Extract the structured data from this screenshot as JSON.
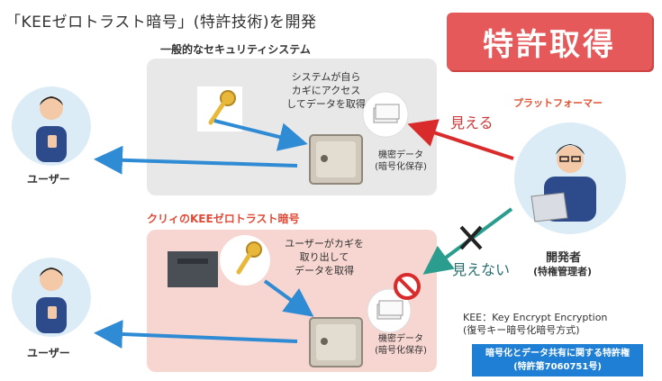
{
  "headline": "「KEEゼロトラスト暗号」(特許技術)を開発",
  "badge": "特許取得",
  "panel_general": {
    "title": "一般的なセキュリティシステム",
    "caption": [
      "システムが自ら",
      "カギにアクセス",
      "してデータを取得"
    ],
    "data_label": [
      "機密データ",
      "(暗号化保存)"
    ]
  },
  "panel_kee": {
    "title": "クリィのKEEゼロトラスト暗号",
    "caption": [
      "ユーザーがカギを",
      "取り出して",
      "データを取得"
    ],
    "data_label": [
      "機密データ",
      "(暗号化保存)"
    ]
  },
  "user_label": "ユーザー",
  "platform_label": "プラットフォーマー",
  "visible_label": "見える",
  "invisible_label": "見えない",
  "developer_label": "開発者",
  "developer_sub": "(特権管理者)",
  "kee_def": "KEE：Key Encrypt Encryption",
  "kee_def_sub": "(復号キー暗号化暗号方式)",
  "patent": [
    "暗号化とデータ共有に関する特許権",
    "(特許第7060751号)"
  ],
  "colors": {
    "badge": "#e5595a",
    "blue_arrow": "#2f8bd3",
    "red_arrow": "#d92b2b",
    "green_arrow": "#2a9d8f"
  }
}
